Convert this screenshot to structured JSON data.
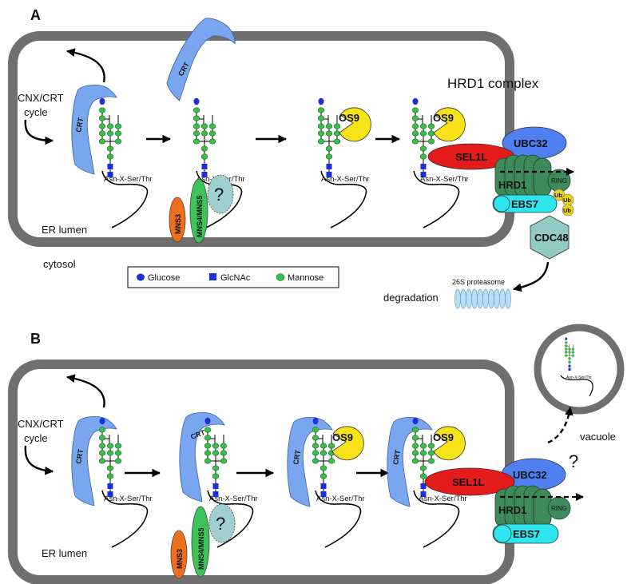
{
  "panel_a": {
    "label": "A",
    "cycle_label": [
      "CNX/CRT",
      "cycle"
    ],
    "crt": "CRT",
    "os9": "OS9",
    "sel1l": "SEL1L",
    "ubc32": "UBC32",
    "hrd1": "HRD1",
    "ring": "RING",
    "ebs7": "EBS7",
    "ub": "Ub",
    "cdc48": "CDC48",
    "complex_title": "HRD1 complex",
    "asn": "Asn-X-Ser/Thr",
    "mns3": "MNS3",
    "mns45": "MNS4/MNS5",
    "question": "?",
    "er_lumen": "ER lumen",
    "cytosol": "cytosol",
    "legend": {
      "glucose": "Glucose",
      "glcnac": "GlcNAc",
      "mannose": "Mannose"
    },
    "proteasome": "26S proteasome",
    "degradation": "degradation"
  },
  "panel_b": {
    "label": "B",
    "cycle_label": [
      "CNX/CRT",
      "cycle"
    ],
    "crt": "CRT",
    "os9": "OS9",
    "sel1l": "SEL1L",
    "ubc32": "UBC32",
    "hrd1": "HRD1",
    "ring": "RING",
    "ebs7": "EBS7",
    "asn": "Asn-X-Ser/Thr",
    "mns3": "MNS3",
    "mns45": "MNS4/MNS5",
    "question": "?",
    "er_lumen": "ER lumen",
    "vacuole": "vacuole",
    "vacuole_question": "?"
  },
  "colors": {
    "crt": "#7aa6f0",
    "os9": "#f7e318",
    "sel1l": "#e41b1b",
    "ubc32": "#4f7ff0",
    "hrd1": "#3f8a5a",
    "ebs7": "#2ee6ee",
    "mns3": "#ef6f1c",
    "mns45": "#3cc35a",
    "question_fill": "#9fd0cf",
    "cdc48": "#93cac4",
    "ub": "#f0d41c",
    "glucose": "#1c2fd8",
    "glcnac": "#1c2fd8",
    "mannose": "#38c04a",
    "proteasome": "#b9def7",
    "membrane": "#6f6f6f"
  }
}
